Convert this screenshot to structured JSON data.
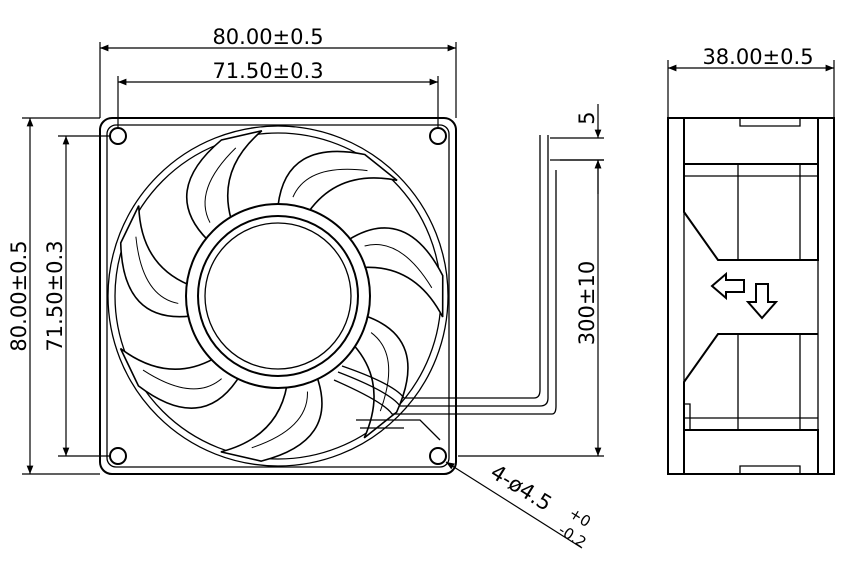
{
  "front_view": {
    "width_overall": "80.00±0.5",
    "width_holes": "71.50±0.3",
    "height_overall": "80.00±0.5",
    "height_holes": "71.50±0.3",
    "cable_spacing": "5",
    "cable_length": "300±10",
    "hole_spec_main": "4-ø4.5",
    "hole_tol_plus": "+0",
    "hole_tol_minus": "-0.2"
  },
  "side_view": {
    "depth": "38.00±0.5"
  }
}
